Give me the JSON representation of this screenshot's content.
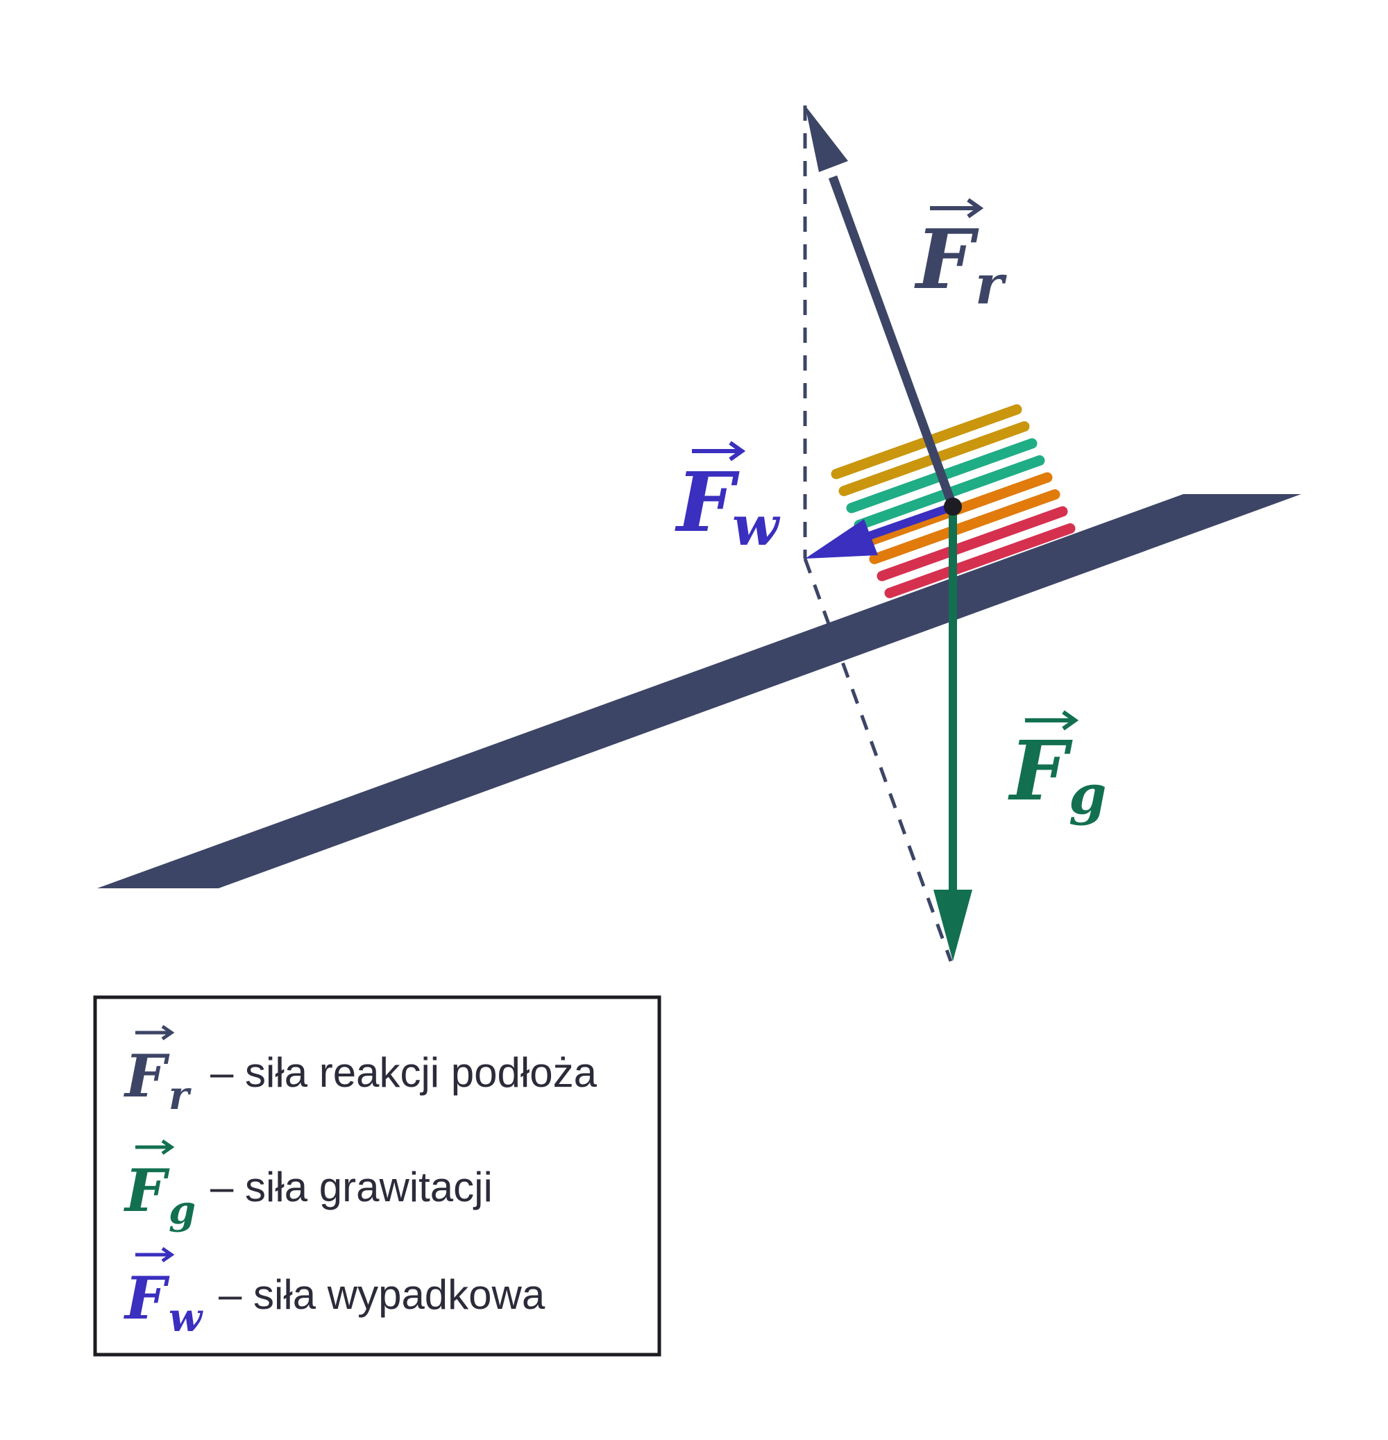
{
  "colors": {
    "reaction": "#3d4566",
    "gravity": "#127050",
    "resultant": "#3a2fbf",
    "incline": "#3d4566",
    "dashes": "#3d4566",
    "stack": [
      "#c9960e",
      "#c9960e",
      "#1fad85",
      "#1fad85",
      "#e07b0c",
      "#e07b0c",
      "#d6304f",
      "#d6304f"
    ]
  },
  "labels": {
    "fr": {
      "symbol": "F",
      "sub": "r"
    },
    "fg": {
      "symbol": "F",
      "sub": "g"
    },
    "fw": {
      "symbol": "F",
      "sub": "w"
    }
  },
  "legend": {
    "items": [
      {
        "symbol": "F",
        "sub": "r",
        "text": "– siła reakcji podłoża",
        "color": "reaction"
      },
      {
        "symbol": "F",
        "sub": "g",
        "text": "– siła grawitacji",
        "color": "gravity"
      },
      {
        "symbol": "F",
        "sub": "w",
        "text": "– siła wypadkowa",
        "color": "resultant"
      }
    ]
  }
}
